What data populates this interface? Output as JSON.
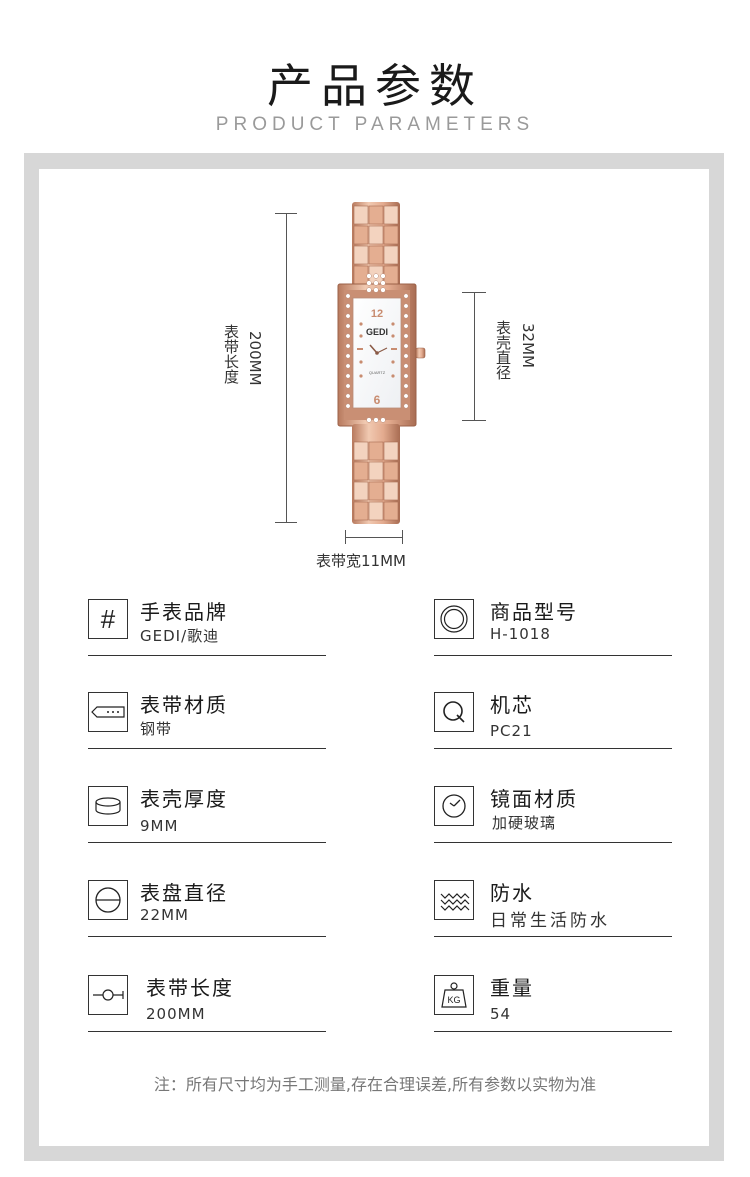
{
  "header": {
    "title_cn": "产品参数",
    "title_en": "PRODUCT PARAMETERS"
  },
  "diagram": {
    "band_length": "200MM",
    "band_length_label": "表带长度",
    "case_diameter": "32MM",
    "case_diameter_label": "表壳直径",
    "band_width": "表带宽11MM",
    "dial_brand": "GEDI",
    "dial_text": "QUARTZ"
  },
  "specs_left": [
    {
      "label": "手表品牌",
      "value": "GEDI/歌迪",
      "icon": "hash-icon"
    },
    {
      "label": "表带材质",
      "value": "钢带",
      "icon": "strap-icon"
    },
    {
      "label": "表壳厚度",
      "value": "9MM",
      "icon": "case-thickness-icon"
    },
    {
      "label": "表盘直径",
      "value": "22MM",
      "icon": "dial-diameter-icon"
    },
    {
      "label": "表带长度",
      "value": "200MM",
      "icon": "band-length-icon"
    }
  ],
  "specs_right": [
    {
      "label": "商品型号",
      "value": "H-1018",
      "icon": "model-circle-icon"
    },
    {
      "label": "机芯",
      "value": "PC21",
      "icon": "movement-q-icon"
    },
    {
      "label": "镜面材质",
      "value": "加硬玻璃",
      "icon": "clock-icon"
    },
    {
      "label": "防水",
      "value": "日常生活防水",
      "icon": "water-waves-icon"
    },
    {
      "label": "重量",
      "value": "54",
      "icon": "weight-kg-icon"
    }
  ],
  "note": "注：所有尺寸均为手工测量,存在合理误差,所有参数以实物为准",
  "colors": {
    "rose_gold": "#d9a58a",
    "frame": "#d7d7d7"
  }
}
